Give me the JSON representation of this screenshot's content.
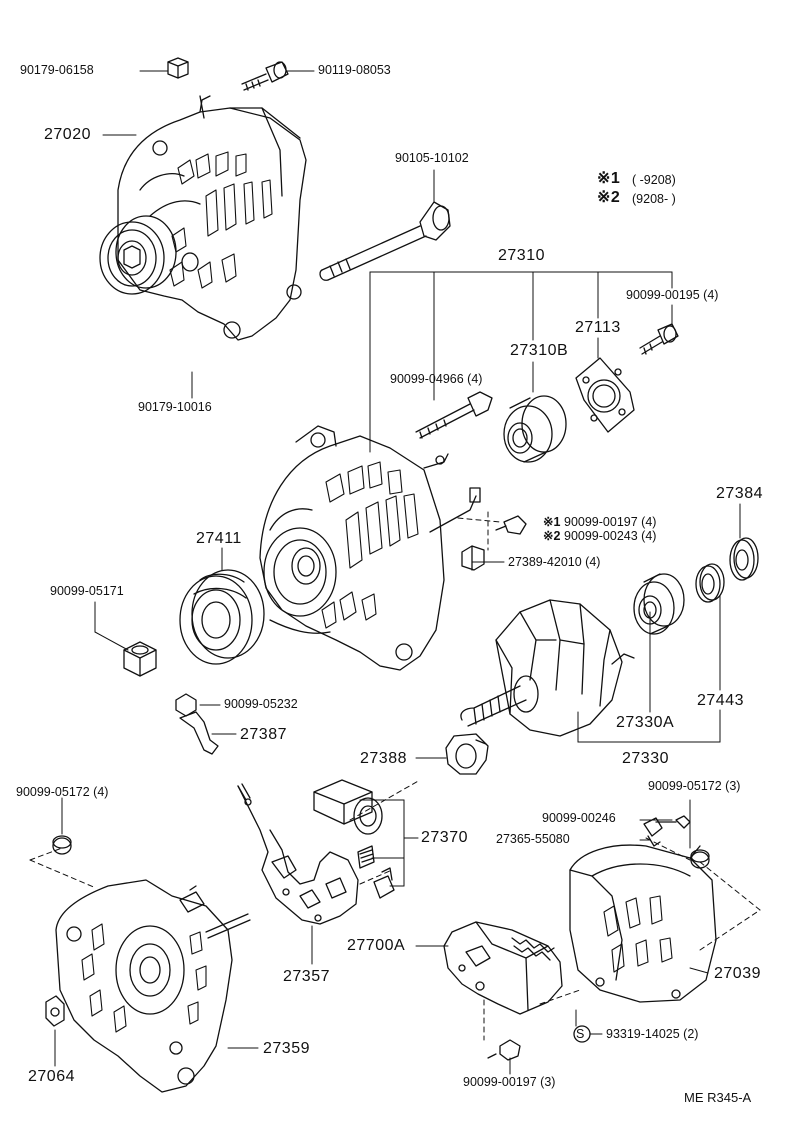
{
  "colors": {
    "ink": "#111111",
    "background": "#ffffff"
  },
  "legend": {
    "note1": {
      "mark": "※1",
      "range": "(      -9208)"
    },
    "note2": {
      "mark": "※2",
      "range": "(9208-      )"
    }
  },
  "labels": {
    "p90179_06158": "90179-06158",
    "p90119_08053": "90119-08053",
    "p27020": "27020",
    "p90105_10102": "90105-10102",
    "p27310": "27310",
    "p90099_00195": "90099-00195 (4)",
    "p27113": "27113",
    "p27310B": "27310B",
    "p90179_10016": "90179-10016",
    "p90099_04966": "90099-04966 (4)",
    "p90099_00197_a": "90099-00197 (4)",
    "p90099_00243": "90099-00243 (4)",
    "p27389_42010": "27389-42010 (4)",
    "p27384": "27384",
    "p27411": "27411",
    "p90099_05171": "90099-05171",
    "p27443": "27443",
    "p27330A": "27330A",
    "p27330": "27330",
    "p90099_05232": "90099-05232",
    "p27387": "27387",
    "p27388": "27388",
    "p90099_05172_a": "90099-05172 (4)",
    "p90099_05172_b": "90099-05172 (3)",
    "p90099_00246": "90099-00246",
    "p27365_55080": "27365-55080",
    "p27370": "27370",
    "p27700A": "27700A",
    "p27039": "27039",
    "p27357": "27357",
    "p93319_14025": "93319-14025 (2)",
    "p27359": "27359",
    "p27064": "27064",
    "p90099_00197_b": "90099-00197 (3)"
  },
  "marks": {
    "note1": "※1",
    "note2": "※2",
    "s_mark": "S"
  },
  "footer": {
    "code": "ME  R345-A"
  }
}
